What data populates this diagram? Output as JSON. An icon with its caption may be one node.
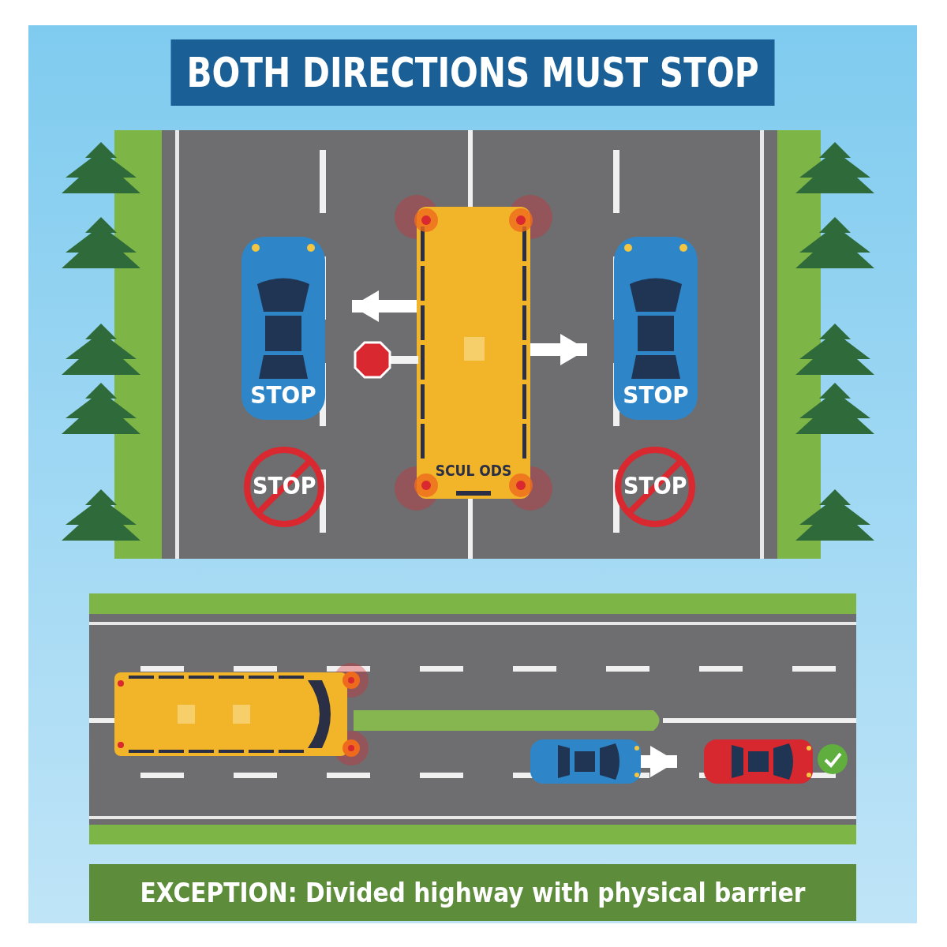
{
  "diagram": {
    "title": "BOTH DIRECTIONS MUST STOP",
    "caption": "EXCEPTION: Divided highway with physical barrier",
    "nodes": [
      {
        "text": [
          "SCUL ODS"
        ]
      },
      {
        "text": [
          "STOP"
        ]
      },
      {
        "text": [
          "STOP"
        ]
      },
      {
        "text": [],
        "shape": "picture"
      },
      {
        "text": [],
        "shape": "picture"
      },
      {
        "text": [],
        "shape": "picture"
      }
    ],
    "edges": [
      {
        "from": 0,
        "to": 1,
        "arrow": "to"
      },
      {
        "from": 0,
        "to": 2,
        "arrow": "to"
      },
      {
        "from": 4,
        "to": 5,
        "arrow": "to"
      }
    ],
    "labels": [
      "STOP",
      "STOP"
    ]
  }
}
